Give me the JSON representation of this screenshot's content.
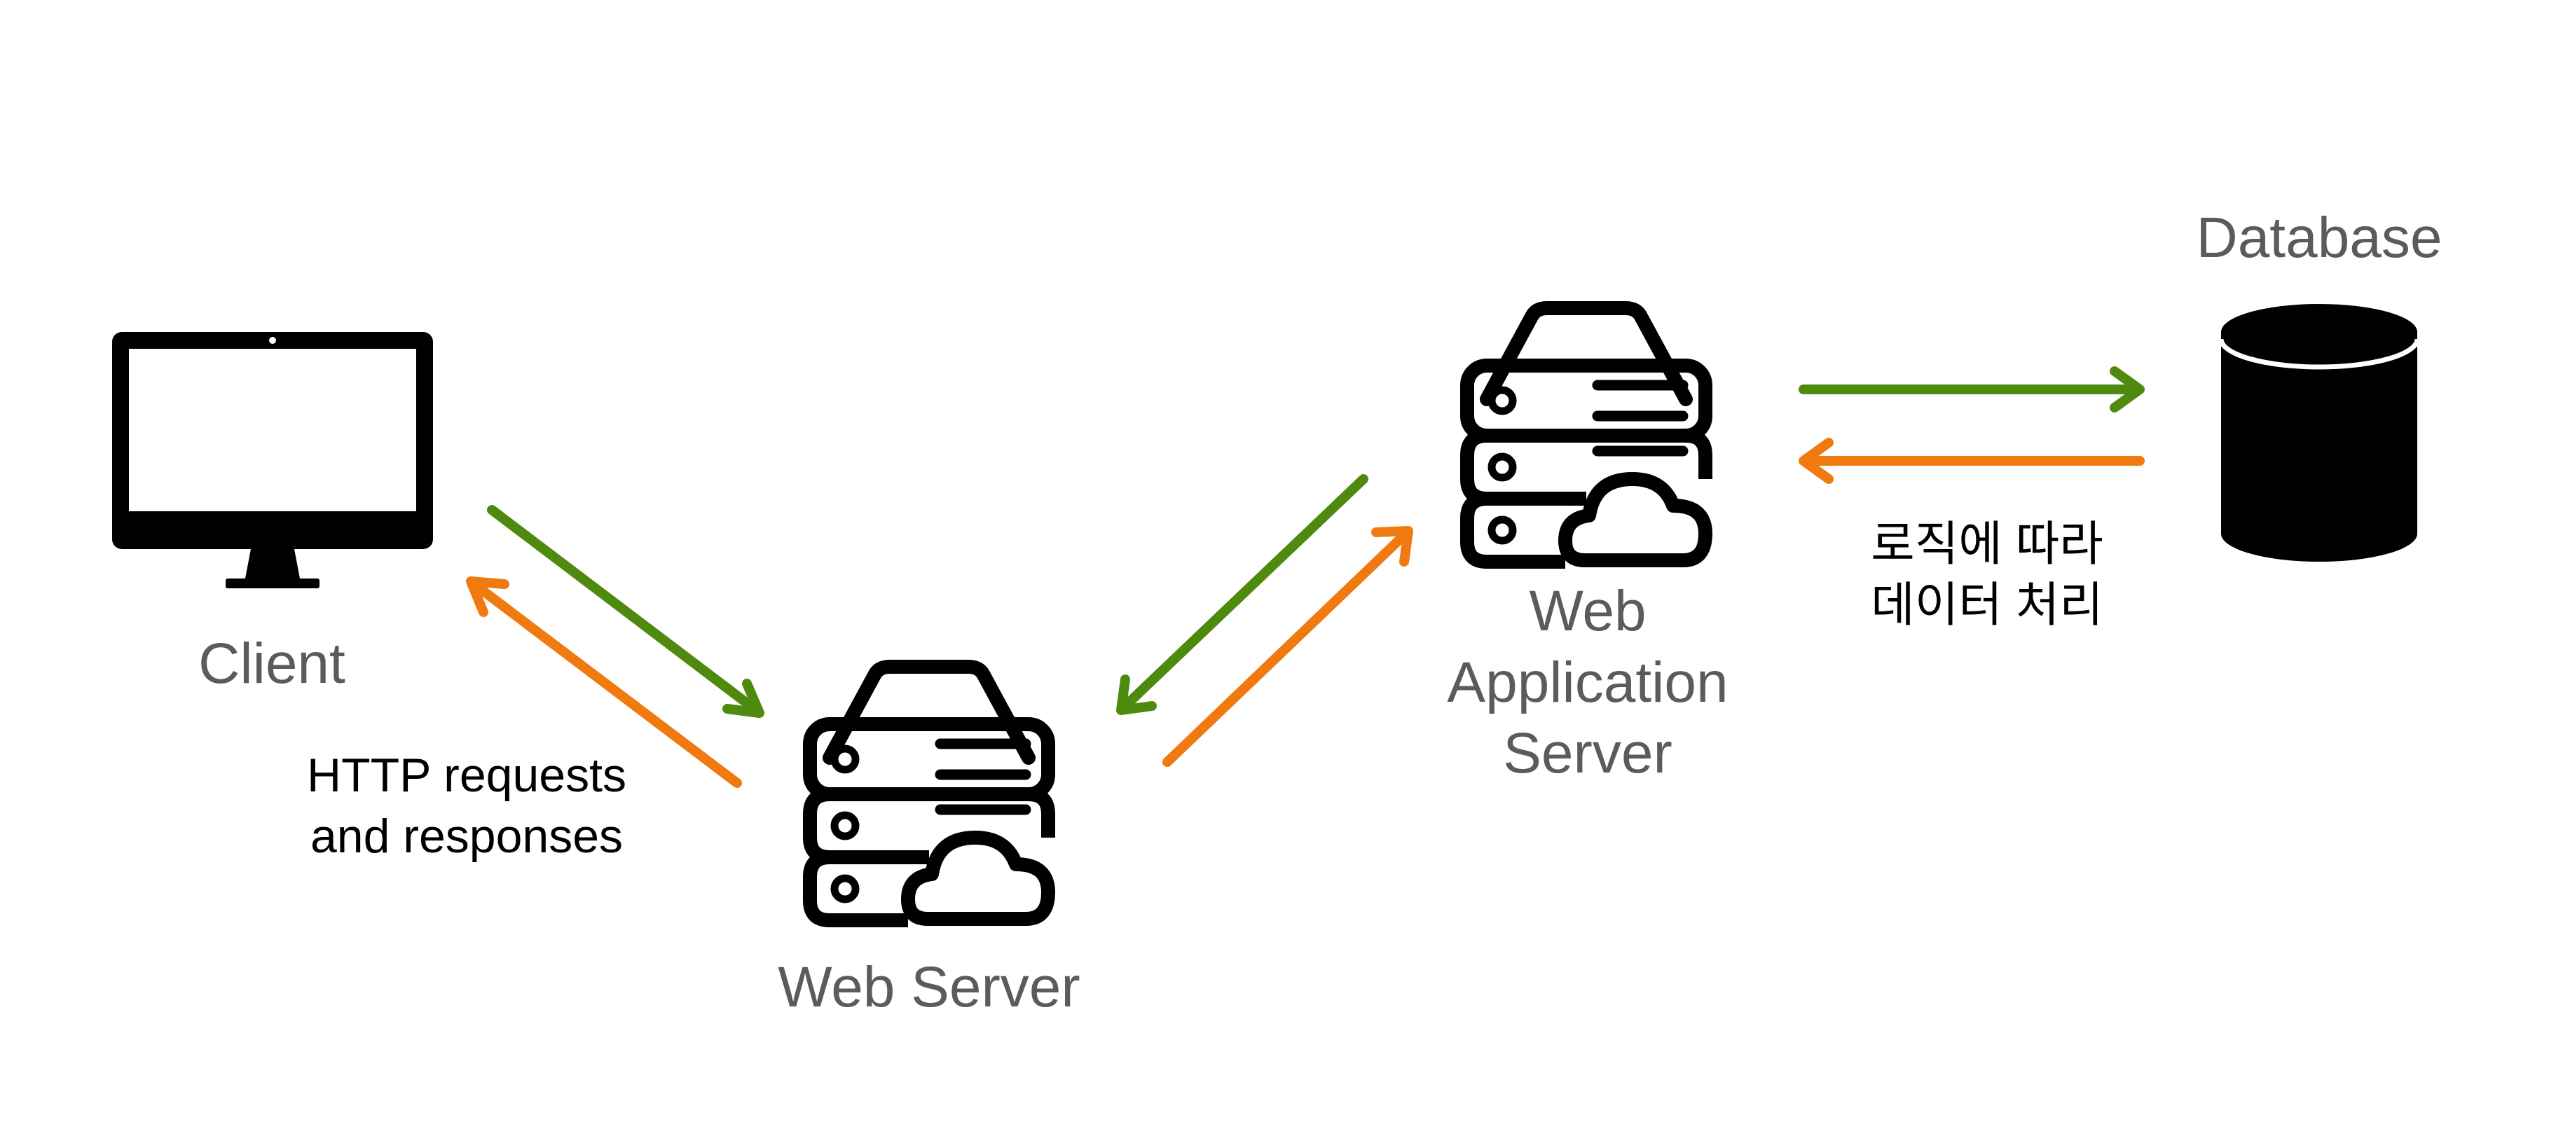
{
  "colors": {
    "request_arrow": "#4e8a0e",
    "response_arrow": "#f07a10",
    "icon": "#000000",
    "label_gray": "#5b5b5b",
    "annotation_text": "#000000"
  },
  "nodes": {
    "client": {
      "label": "Client",
      "icon": "desktop-monitor-icon"
    },
    "web_server": {
      "label": "Web Server",
      "icon": "server-cloud-icon"
    },
    "was": {
      "label_lines": [
        "Web",
        "Application",
        "Server"
      ],
      "icon": "server-cloud-icon"
    },
    "database": {
      "label": "Database",
      "icon": "database-cylinder-icon"
    }
  },
  "annotations": {
    "http": {
      "lines": [
        "HTTP requests",
        "and responses"
      ]
    },
    "logic": {
      "lines": [
        "로직에 따라",
        "데이터 처리"
      ]
    }
  }
}
